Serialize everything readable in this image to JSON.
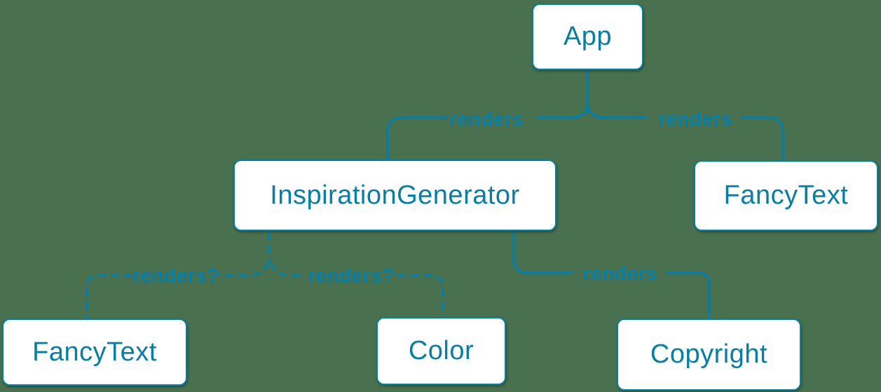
{
  "colors": {
    "background": "#49714f",
    "accent": "#087ea4",
    "node_fill": "#ffffff"
  },
  "diagram": {
    "type": "component-render-tree"
  },
  "nodes": {
    "app": {
      "label": "App"
    },
    "inspiration_generator": {
      "label": "InspirationGenerator"
    },
    "fancy_text_top": {
      "label": "FancyText"
    },
    "fancy_text_bottom": {
      "label": "FancyText"
    },
    "color": {
      "label": "Color"
    },
    "copyright": {
      "label": "Copyright"
    }
  },
  "edges": {
    "app_to_inspiration_generator": {
      "label": "renders",
      "style": "solid"
    },
    "app_to_fancy_text": {
      "label": "renders",
      "style": "solid"
    },
    "inspiration_generator_to_fancy_text": {
      "label": "renders?",
      "style": "dashed"
    },
    "inspiration_generator_to_color": {
      "label": "renders?",
      "style": "dashed"
    },
    "inspiration_generator_to_copyright": {
      "label": "renders",
      "style": "solid"
    }
  }
}
